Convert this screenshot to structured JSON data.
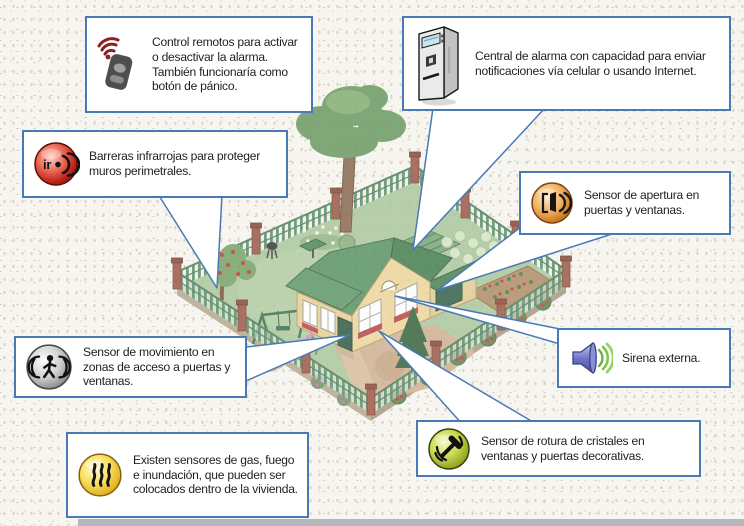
{
  "callouts": {
    "remote_control": {
      "icon": "remote-control-icon",
      "text": "Control remotos para activar o desactivar la alarma. También funcionaría como botón de pánico."
    },
    "alarm_central": {
      "icon": "alarm-panel-icon",
      "text": "Central de alarma con capacidad para enviar notificaciones vía celular o usando Internet."
    },
    "infrared_barriers": {
      "icon": "infrared-barrier-icon",
      "icon_label": "ir",
      "text": "Barreras infrarrojas para proteger muros perimetrales."
    },
    "opening_sensor": {
      "icon": "door-opening-sensor-icon",
      "text": "Sensor de apertura en puertas y ventanas."
    },
    "motion_sensor": {
      "icon": "motion-sensor-icon",
      "text": "Sensor de movimiento en zonas de acceso a puertas y ventanas."
    },
    "external_siren": {
      "icon": "siren-icon",
      "text": "Sirena externa."
    },
    "indoor_sensors": {
      "icon": "gas-fire-flood-sensor-icon",
      "text": "Existen sensores de gas, fuego e inundación, que pueden ser colocados dentro de la vivienda."
    },
    "glass_break_sensor": {
      "icon": "glass-break-sensor-icon",
      "text": "Sensor de rotura de cristales en ventanas y puertas decorativas."
    }
  },
  "colors": {
    "callout_border": "#4a7ab5",
    "callout_background": "#ffffff",
    "text": "#1f1f1f",
    "background": "#f7f5ef"
  },
  "illustration": {
    "description": "Isometric fenced garden plot with large tree, cottage with green roof, greenhouse rows, cabbage and vegetable patches, pond, swing and flower hedges"
  }
}
